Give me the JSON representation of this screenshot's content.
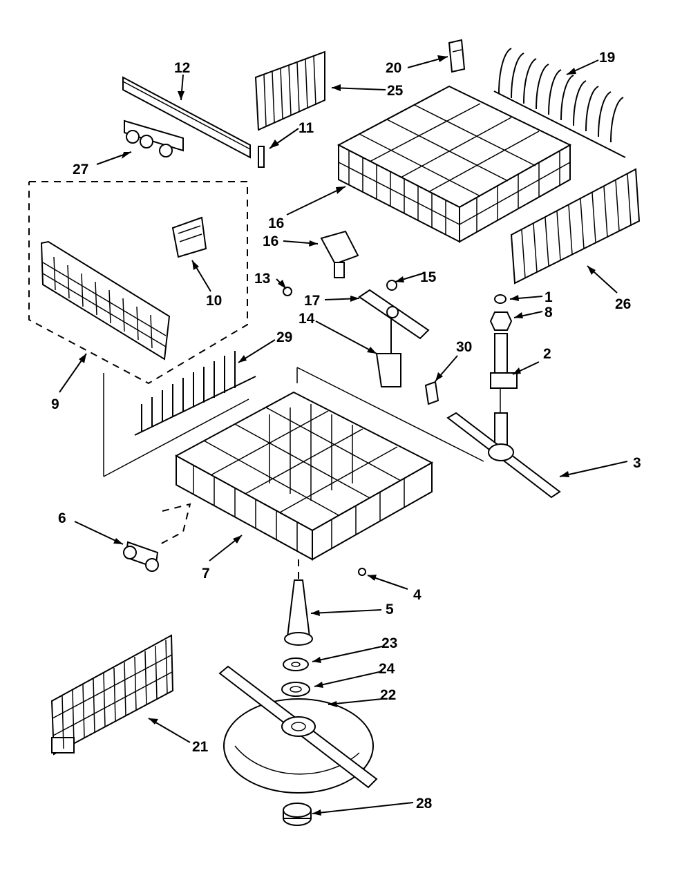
{
  "diagram": {
    "callouts": [
      {
        "id": "c1",
        "text": "1"
      },
      {
        "id": "c2",
        "text": "2"
      },
      {
        "id": "c3",
        "text": "3"
      },
      {
        "id": "c4",
        "text": "4"
      },
      {
        "id": "c5",
        "text": "5"
      },
      {
        "id": "c6",
        "text": "6"
      },
      {
        "id": "c7",
        "text": "7"
      },
      {
        "id": "c8",
        "text": "8"
      },
      {
        "id": "c9",
        "text": "9"
      },
      {
        "id": "c10",
        "text": "10"
      },
      {
        "id": "c11",
        "text": "11"
      },
      {
        "id": "c12",
        "text": "12"
      },
      {
        "id": "c13",
        "text": "13"
      },
      {
        "id": "c14",
        "text": "14"
      },
      {
        "id": "c15",
        "text": "15"
      },
      {
        "id": "c16a",
        "text": "16"
      },
      {
        "id": "c16b",
        "text": "16"
      },
      {
        "id": "c17",
        "text": "17"
      },
      {
        "id": "c19",
        "text": "19"
      },
      {
        "id": "c20",
        "text": "20"
      },
      {
        "id": "c21",
        "text": "21"
      },
      {
        "id": "c22",
        "text": "22"
      },
      {
        "id": "c23",
        "text": "23"
      },
      {
        "id": "c24",
        "text": "24"
      },
      {
        "id": "c25",
        "text": "25"
      },
      {
        "id": "c26",
        "text": "26"
      },
      {
        "id": "c27",
        "text": "27"
      },
      {
        "id": "c28",
        "text": "28"
      },
      {
        "id": "c29",
        "text": "29"
      },
      {
        "id": "c30",
        "text": "30"
      }
    ]
  }
}
